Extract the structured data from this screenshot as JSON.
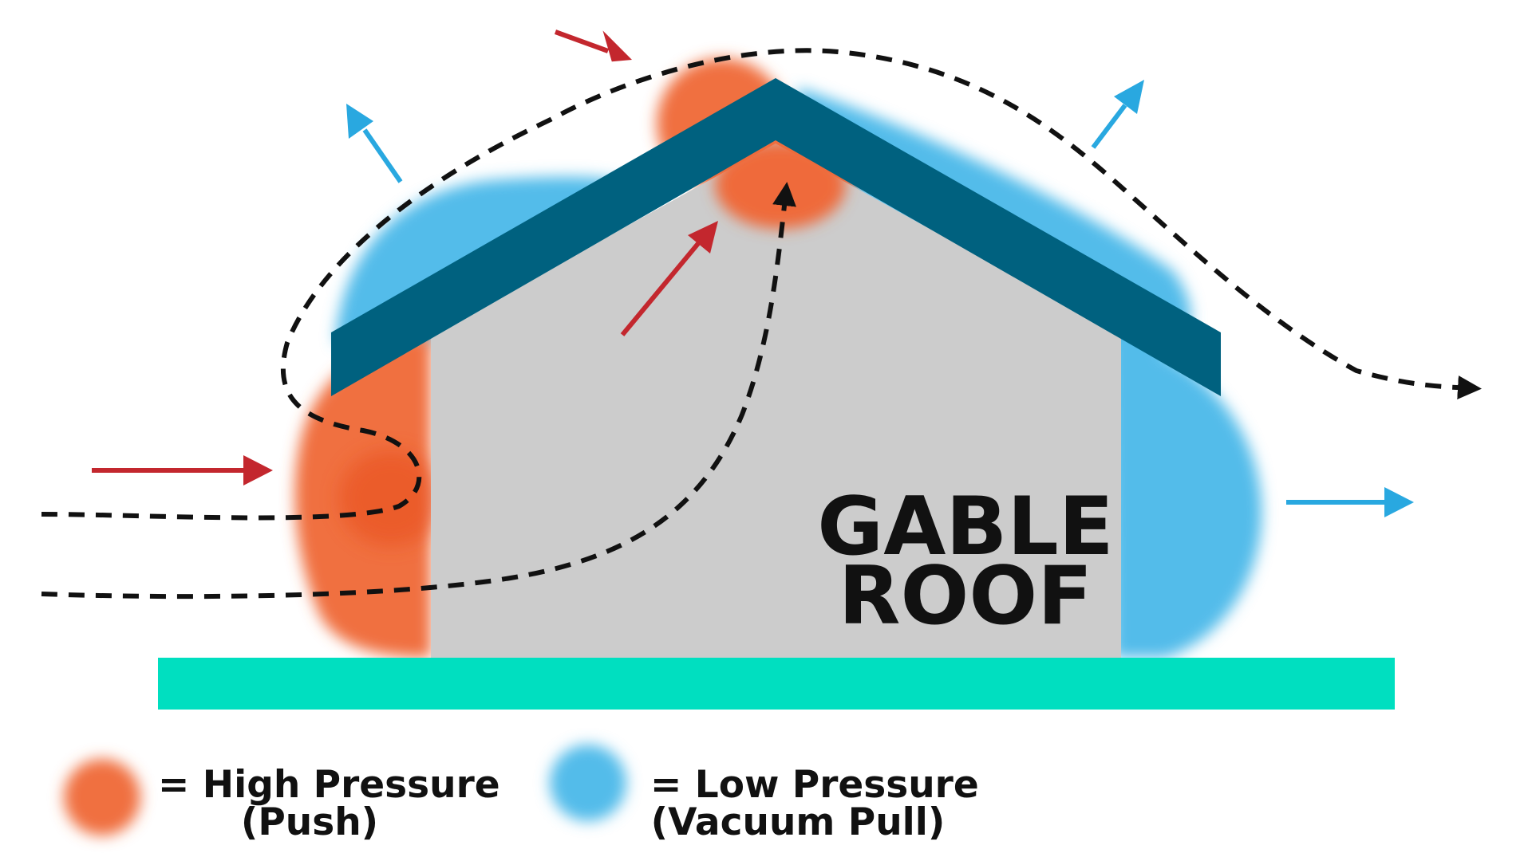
{
  "diagram": {
    "house_label": {
      "line1": "GABLE",
      "line2": "ROOF"
    },
    "legend": {
      "high": {
        "line1": "= High Pressure",
        "line2": "(Push)"
      },
      "low": {
        "line1": "= Low Pressure",
        "line2": "(Vacuum Pull)"
      }
    },
    "colors": {
      "high_pressure": "#f07040",
      "low_pressure": "#52bcea",
      "roof": "#00617f",
      "wall": "#cccccc",
      "ground": "#00dfc0",
      "wind_push_arrow": "#c3272e",
      "wind_pull_arrow": "#29a8e0",
      "airflow_path": "#111111"
    }
  }
}
